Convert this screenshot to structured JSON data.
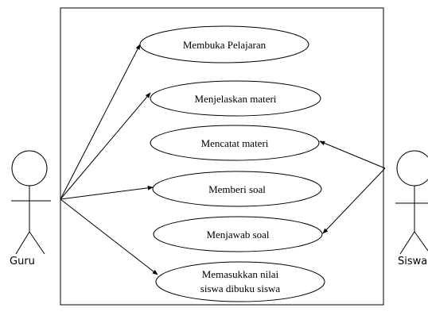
{
  "actors": {
    "left": {
      "label": "Guru"
    },
    "right": {
      "label": "Siswa"
    }
  },
  "use_cases": [
    {
      "id": "uc1",
      "lines": [
        "Membuka Pelajaran"
      ]
    },
    {
      "id": "uc2",
      "lines": [
        "Menjelaskan materi"
      ]
    },
    {
      "id": "uc3",
      "lines": [
        "Mencatat materi"
      ]
    },
    {
      "id": "uc4",
      "lines": [
        "Memberi soal"
      ]
    },
    {
      "id": "uc5",
      "lines": [
        "Menjawab soal"
      ]
    },
    {
      "id": "uc6",
      "lines": [
        "Memasukkan nilai",
        "siswa dibuku siswa"
      ]
    }
  ],
  "associations": [
    {
      "from": "Guru",
      "to": "uc1"
    },
    {
      "from": "Guru",
      "to": "uc2"
    },
    {
      "from": "Guru",
      "to": "uc4"
    },
    {
      "from": "Guru",
      "to": "uc6"
    },
    {
      "from": "Siswa",
      "to": "uc3"
    },
    {
      "from": "Siswa",
      "to": "uc5"
    }
  ]
}
